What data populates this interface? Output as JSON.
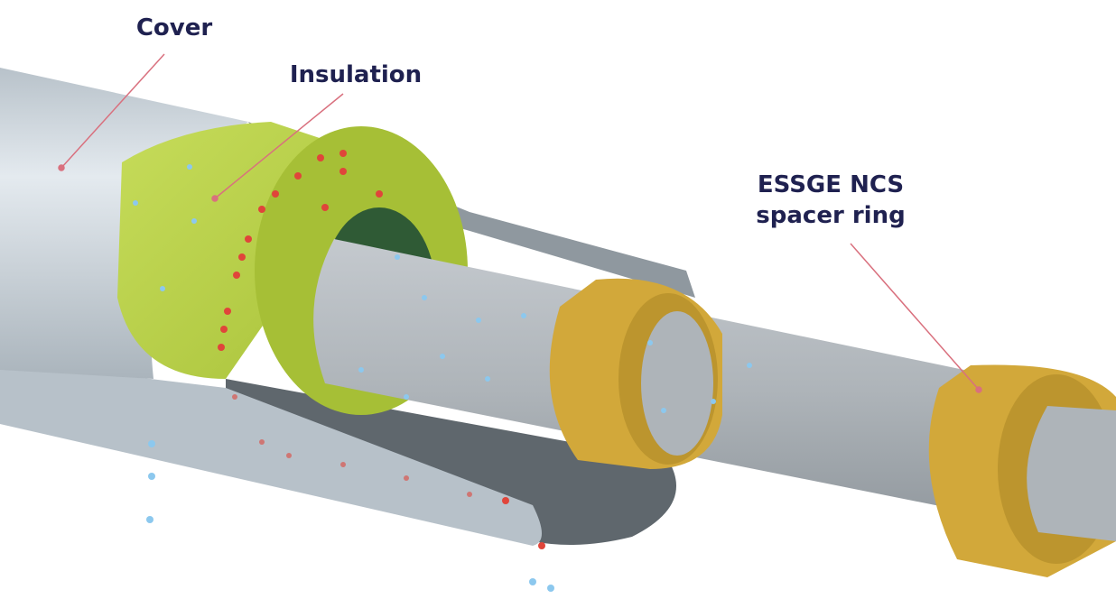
{
  "labels": {
    "cover": "Cover",
    "insulation": "Insulation",
    "spacer_line1": "ESSGE NCS",
    "spacer_line2": "spacer ring"
  },
  "colors": {
    "label_text": "#1f2150",
    "leader_line": "#d9707e",
    "cover": "#c8d2da",
    "insulation": "#b3cd42",
    "pipe": "#a7adb3",
    "spacer_ring": "#d2a83a",
    "arrow": "#e0453a",
    "droplet": "#8cc8ee"
  }
}
